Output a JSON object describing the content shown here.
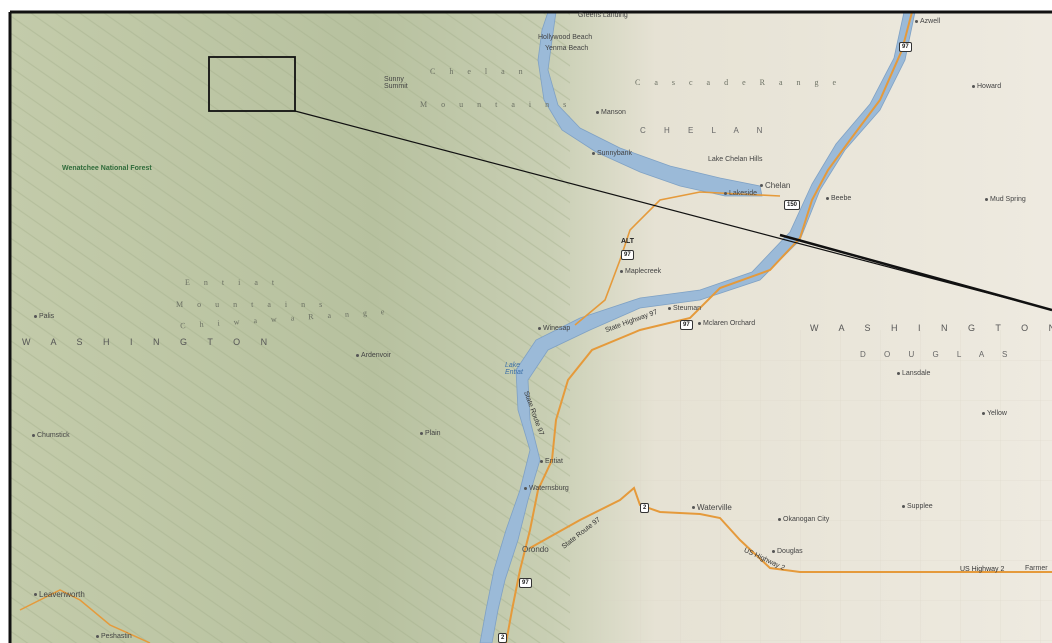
{
  "map": {
    "water_color": "#9bbad8",
    "mountain_color": "#b9c4a5",
    "plain_color": "#ece7dc",
    "highway_color": "#e59a3b",
    "labels": {
      "forest": "Wenatchee National Forest",
      "state_west": "W A S H I N G T O N",
      "state_east": "W A S H I N G T O N",
      "county_chelan": "C H E L A N",
      "county_douglas": "D O U G L A S",
      "range_cascade": "C a s c a d e   R a n g e",
      "range_chelan_a": "C h e l a n",
      "range_chelan_b": "M o u n t a i n s",
      "range_entiat_a": "E n t i a t",
      "range_entiat_b": "M o u n t a i n s",
      "range_entiat_c": "C h i w a w a   R a n g e",
      "lake_entiat": "Lake Entiat"
    },
    "towns": [
      {
        "key": "greens_landing",
        "name": "Greens Landing"
      },
      {
        "key": "holly",
        "name": "Hollywood Beach"
      },
      {
        "key": "yenma",
        "name": "Yenma Beach"
      },
      {
        "key": "manson",
        "name": "Manson"
      },
      {
        "key": "azwell",
        "name": "Azwell"
      },
      {
        "key": "howard",
        "name": "Howard"
      },
      {
        "key": "sunnybank",
        "name": "Sunnybank"
      },
      {
        "key": "lake_chelan_hills",
        "name": "Lake Chelan Hills"
      },
      {
        "key": "chelan",
        "name": "Chelan"
      },
      {
        "key": "lakeside",
        "name": "Lakeside"
      },
      {
        "key": "beebe",
        "name": "Beebe"
      },
      {
        "key": "mud_spring",
        "name": "Mud Spring"
      },
      {
        "key": "maplecreek",
        "name": "Maplecreek"
      },
      {
        "key": "steuman",
        "name": "Steuman"
      },
      {
        "key": "mclaren",
        "name": "Mclaren Orchard"
      },
      {
        "key": "winesap",
        "name": "Winesap"
      },
      {
        "key": "ardenvoir",
        "name": "Ardenvoir"
      },
      {
        "key": "sunny_summit",
        "name": "Sunny Summit"
      },
      {
        "key": "plain",
        "name": "Plain"
      },
      {
        "key": "chumstick",
        "name": "Chumstick"
      },
      {
        "key": "peshastin",
        "name": "Peshastin"
      },
      {
        "key": "leavenworth",
        "name": "Leavenworth"
      },
      {
        "key": "entiat",
        "name": "Entiat"
      },
      {
        "key": "waternsburg",
        "name": "Waternsburg"
      },
      {
        "key": "orondo",
        "name": "Orondo"
      },
      {
        "key": "waterville",
        "name": "Waterville"
      },
      {
        "key": "okanogan_city",
        "name": "Okanogan City"
      },
      {
        "key": "douglas",
        "name": "Douglas"
      },
      {
        "key": "supplee",
        "name": "Supplee"
      },
      {
        "key": "farmer",
        "name": "Farmer"
      },
      {
        "key": "lansdale",
        "name": "Lansdale"
      },
      {
        "key": "yellow",
        "name": "Yellow"
      },
      {
        "key": "palis",
        "name": "Palis"
      }
    ],
    "roads": {
      "sh97_a": "State Highway 97",
      "sh97_b": "State Route 97",
      "sh97_c": "State Route 97",
      "us2_a": "US Highway 2",
      "us2_b": "US Highway 2"
    },
    "shields": {
      "s97_top": "97",
      "s150": "150",
      "alt": "ALT",
      "alt97": "97",
      "s97_mid": "97",
      "s2": "2",
      "s97_bot": "97",
      "s2_bot": "2"
    }
  }
}
